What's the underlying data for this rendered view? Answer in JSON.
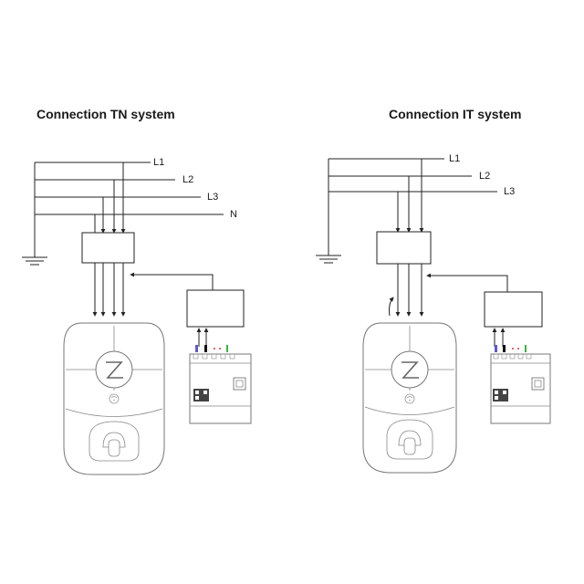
{
  "tn": {
    "title": "Connection TN system",
    "lines": [
      "L1",
      "L2",
      "L3",
      "N"
    ]
  },
  "it": {
    "title": "Connection IT system",
    "lines": [
      "L1",
      "L2",
      "L3"
    ]
  },
  "colors": {
    "wire": "#222222",
    "device_outline": "#777777",
    "terminal_blue": "#5a5ad6",
    "terminal_red": "#d63c3c",
    "terminal_green": "#3cb43c",
    "terminal_black": "#111111"
  },
  "icons": [
    "ground-icon",
    "arrow-icon",
    "z-logo-icon",
    "wifi-icon",
    "connector-icon",
    "qr-code-icon",
    "rj45-port-icon"
  ]
}
